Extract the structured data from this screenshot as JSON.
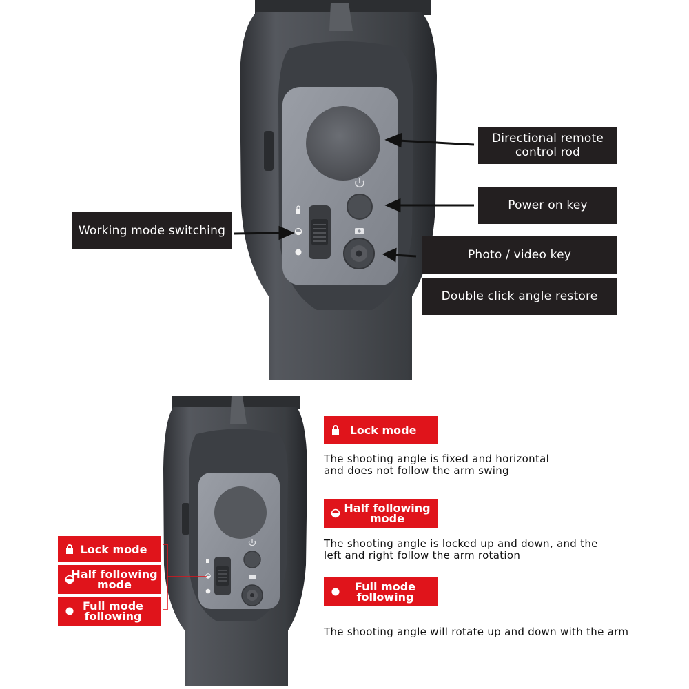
{
  "top_labels": {
    "directional": "Directional remote\ncontrol rod",
    "power": "Power on key",
    "photo": "Photo / video key",
    "restore": "Double click angle restore",
    "working": "Working mode switching"
  },
  "left_modes": [
    {
      "label": "Lock mode",
      "icon": "lock-icon"
    },
    {
      "label": "Half following\nmode",
      "icon": "half-circle-icon"
    },
    {
      "label": "Full mode\nfollowing",
      "icon": "dot-icon"
    }
  ],
  "right_modes": [
    {
      "label": "Lock mode",
      "icon": "lock-icon",
      "description": "The shooting angle is fixed and horizontal\nand does not follow the arm swing"
    },
    {
      "label": "Half following\nmode",
      "icon": "half-circle-icon",
      "description": "The shooting angle is locked up and down, and the\nleft and right follow the arm rotation"
    },
    {
      "label": "Full mode\nfollowing",
      "icon": "dot-icon",
      "description": "The shooting angle will rotate up and down with the arm"
    }
  ],
  "colors": {
    "label_dark": "#231f20",
    "label_red": "#e0141b",
    "device_body": "#4a4d52",
    "control_panel": "#8a8e96"
  }
}
